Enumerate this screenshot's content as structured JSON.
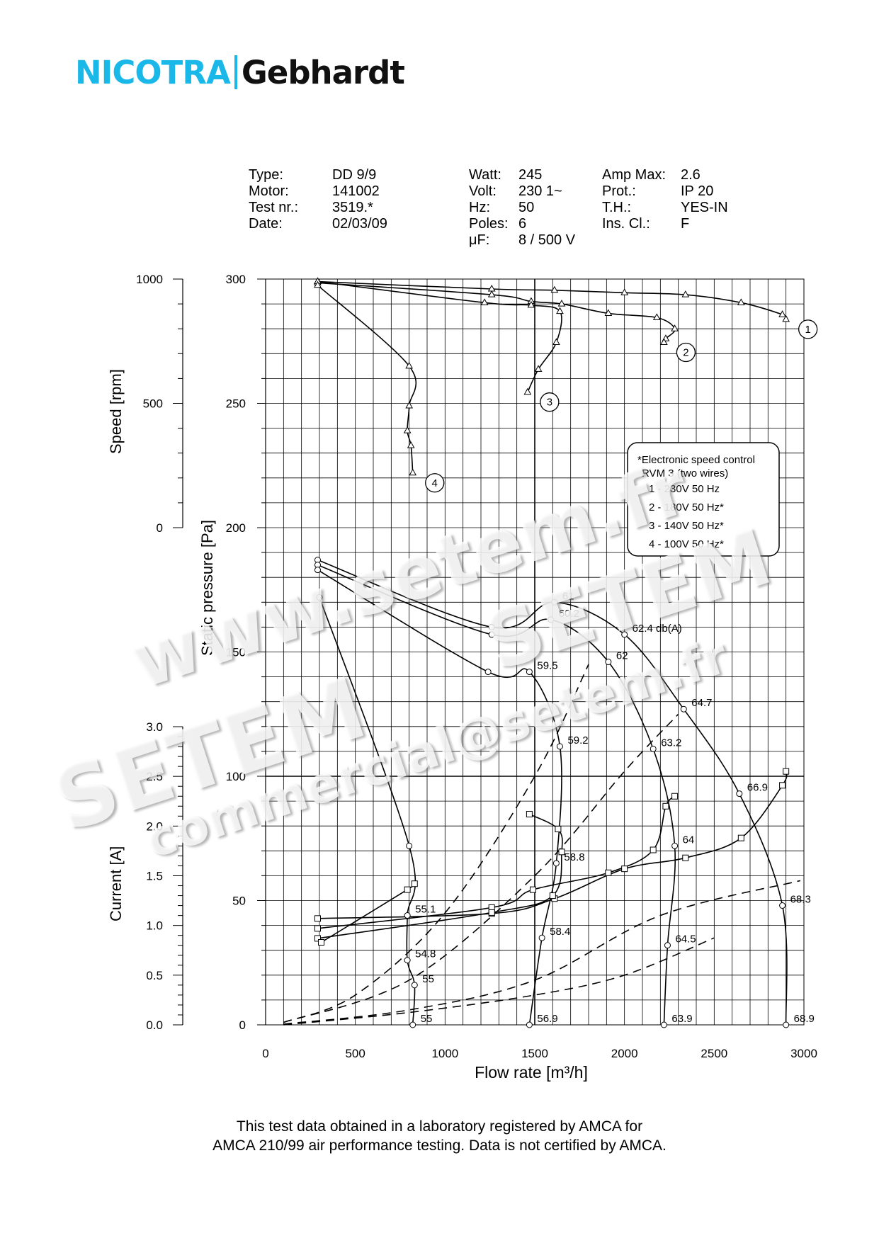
{
  "brand": {
    "left": "NICOTRA",
    "right": "Gebhardt",
    "primary_color": "#1ab8e8",
    "secondary_color": "#111111"
  },
  "specs": {
    "col1": [
      {
        "label": "Type:",
        "value": "DD 9/9"
      },
      {
        "label": "Motor:",
        "value": "141002"
      },
      {
        "label": "Test nr.:",
        "value": "3519.*"
      },
      {
        "label": "Date:",
        "value": "02/03/09"
      }
    ],
    "col2": [
      {
        "label": "Watt:",
        "value": "245"
      },
      {
        "label": "Volt:",
        "value": "230 1~"
      },
      {
        "label": "Hz:",
        "value": "50"
      },
      {
        "label": "Poles:",
        "value": "6"
      },
      {
        "label": "μF:",
        "value": "8 / 500 V"
      }
    ],
    "col3": [
      {
        "label": "Amp Max:",
        "value": "2.6"
      },
      {
        "label": "Prot.:",
        "value": "IP 20"
      },
      {
        "label": "T.H.:",
        "value": "YES-IN"
      },
      {
        "label": "Ins. Cl.:",
        "value": "F"
      }
    ]
  },
  "chart_data": {
    "type": "line",
    "xlabel": "Flow rate [m³/h]",
    "xlim": [
      0,
      3000
    ],
    "x_ticks": [
      "0",
      "500",
      "1000",
      "1500",
      "2000",
      "2500",
      "3000"
    ],
    "grid": true,
    "panels": {
      "pressure": {
        "ylabel": "Static pressure [Pa]",
        "ylim": [
          0,
          300
        ],
        "ticks": [
          "0",
          "50",
          "100",
          "150",
          "200",
          "250",
          "300"
        ]
      },
      "speed": {
        "ylabel": "Speed [rpm]",
        "ylim": [
          0,
          1000
        ],
        "ticks": [
          "0",
          "500",
          "1000"
        ]
      },
      "current": {
        "ylabel": "Current [A]",
        "ylim": [
          0,
          3
        ],
        "ticks": [
          "0.0",
          "0.5",
          "1.0",
          "1.5",
          "2.0",
          "2.5",
          "3.0"
        ]
      }
    },
    "legend": {
      "title": [
        "*Electronic speed control",
        "RVM 3 (two wires)"
      ],
      "items": [
        "1 - 230V 50 Hz",
        "2 - 180V 50 Hz*",
        "3 - 140V 50 Hz*",
        "4 - 100V 50 Hz*"
      ],
      "placement": "right"
    },
    "series": [
      {
        "name": "1",
        "label": "1 - 230V 50 Hz",
        "pressure": [
          [
            290,
            187
          ],
          [
            1260,
            160
          ],
          [
            1610,
            170
          ],
          [
            2000,
            157
          ],
          [
            2330,
            127
          ],
          [
            2640,
            93
          ],
          [
            2880,
            48
          ],
          [
            2900,
            0
          ]
        ],
        "pressure_db": [
          {
            "x": 1610,
            "y": 170,
            "label": "61"
          },
          {
            "x": 2000,
            "y": 157,
            "label": "62.4 db(A)"
          },
          {
            "x": 2330,
            "y": 127,
            "label": "64.7"
          },
          {
            "x": 2640,
            "y": 93,
            "label": "66.9"
          },
          {
            "x": 2880,
            "y": 48,
            "label": "68.3"
          },
          {
            "x": 2900,
            "y": 0,
            "label": "68.9"
          }
        ],
        "speed": [
          [
            290,
            990
          ],
          [
            1260,
            960
          ],
          [
            1610,
            955
          ],
          [
            2000,
            945
          ],
          [
            2340,
            937
          ],
          [
            2650,
            905
          ],
          [
            2880,
            857
          ],
          [
            2900,
            838
          ]
        ],
        "current": [
          [
            290,
            1.07
          ],
          [
            1260,
            1.12
          ],
          [
            1610,
            1.27
          ],
          [
            2000,
            1.57
          ],
          [
            2340,
            1.68
          ],
          [
            2650,
            1.88
          ],
          [
            2880,
            2.41
          ],
          [
            2900,
            2.55
          ]
        ]
      },
      {
        "name": "2",
        "label": "2 - 180V 50 Hz*",
        "pressure": [
          [
            290,
            185
          ],
          [
            1260,
            157
          ],
          [
            1590,
            163
          ],
          [
            1910,
            146
          ],
          [
            2160,
            111
          ],
          [
            2280,
            72
          ],
          [
            2240,
            32
          ],
          [
            2220,
            0
          ]
        ],
        "pressure_db": [
          {
            "x": 1590,
            "y": 163,
            "label": "60.2"
          },
          {
            "x": 1910,
            "y": 146,
            "label": "62"
          },
          {
            "x": 2160,
            "y": 111,
            "label": "63.2"
          },
          {
            "x": 2280,
            "y": 72,
            "label": "64"
          },
          {
            "x": 2240,
            "y": 32,
            "label": "64.5"
          },
          {
            "x": 2220,
            "y": 0,
            "label": "63.9"
          }
        ],
        "speed": [
          [
            290,
            985
          ],
          [
            1260,
            937
          ],
          [
            1480,
            910
          ],
          [
            1650,
            900
          ],
          [
            1910,
            862
          ],
          [
            2180,
            845
          ],
          [
            2280,
            800
          ],
          [
            2230,
            760
          ],
          [
            2220,
            745
          ]
        ],
        "current": [
          [
            290,
            0.97
          ],
          [
            1260,
            1.18
          ],
          [
            1490,
            1.36
          ],
          [
            1910,
            1.53
          ],
          [
            2160,
            1.76
          ],
          [
            2230,
            2.2
          ],
          [
            2280,
            2.3
          ]
        ]
      },
      {
        "name": "3",
        "label": "3 - 140V 50 Hz*",
        "pressure": [
          [
            290,
            183
          ],
          [
            1240,
            142
          ],
          [
            1470,
            142
          ],
          [
            1640,
            112
          ],
          [
            1620,
            65
          ],
          [
            1540,
            35
          ],
          [
            1470,
            0
          ]
        ],
        "pressure_db": [
          {
            "x": 1470,
            "y": 142,
            "label": "59.5"
          },
          {
            "x": 1640,
            "y": 112,
            "label": "59.2"
          },
          {
            "x": 1620,
            "y": 65,
            "label": "58.8"
          },
          {
            "x": 1540,
            "y": 35,
            "label": "58.4"
          },
          {
            "x": 1470,
            "y": 0,
            "label": "56.9"
          }
        ],
        "speed": [
          [
            290,
            990
          ],
          [
            1220,
            905
          ],
          [
            1480,
            895
          ],
          [
            1640,
            870
          ],
          [
            1620,
            745
          ],
          [
            1520,
            637
          ],
          [
            1460,
            545
          ]
        ],
        "current": [
          [
            290,
            0.87
          ],
          [
            1260,
            1.13
          ],
          [
            1600,
            1.3
          ],
          [
            1650,
            1.74
          ],
          [
            1630,
            1.97
          ],
          [
            1470,
            2.12
          ]
        ]
      },
      {
        "name": "4",
        "label": "4 - 100V 50 Hz*",
        "pressure": [
          [
            300,
            172
          ],
          [
            800,
            72
          ],
          [
            790,
            44
          ],
          [
            790,
            26
          ],
          [
            830,
            16
          ],
          [
            820,
            0
          ]
        ],
        "pressure_db": [
          {
            "x": 790,
            "y": 44,
            "label": "55.1"
          },
          {
            "x": 790,
            "y": 26,
            "label": "54.8"
          },
          {
            "x": 830,
            "y": 16,
            "label": "55"
          },
          {
            "x": 820,
            "y": 0,
            "label": "55"
          }
        ],
        "speed": [
          [
            290,
            975
          ],
          [
            800,
            650
          ],
          [
            800,
            490
          ],
          [
            790,
            390
          ],
          [
            810,
            330
          ],
          [
            820,
            220
          ]
        ],
        "current": [
          [
            310,
            0.83
          ],
          [
            790,
            1.36
          ],
          [
            830,
            1.42
          ]
        ]
      }
    ],
    "system_curves": [
      {
        "x": [
          100,
          500,
          1000,
          1500,
          1800
        ],
        "y": [
          1,
          12,
          45,
          100,
          145
        ]
      },
      {
        "x": [
          100,
          800,
          1500,
          2000,
          2300
        ],
        "y": [
          1,
          18,
          60,
          102,
          125
        ]
      },
      {
        "x": [
          100,
          800,
          1500,
          2200,
          2980
        ],
        "y": [
          0.3,
          6,
          18,
          44,
          58
        ]
      },
      {
        "x": [
          100,
          800,
          1500,
          2000,
          2500
        ],
        "y": [
          0,
          5,
          12,
          20,
          35
        ]
      }
    ]
  },
  "watermarks": [
    "www.setem.fr",
    "SETEM",
    "SETEM",
    "commercial@setem.fr"
  ],
  "footer": [
    "This test data obtained in a laboratory registered by AMCA for",
    "AMCA 210/99 air performance testing. Data is not certified by AMCA."
  ]
}
